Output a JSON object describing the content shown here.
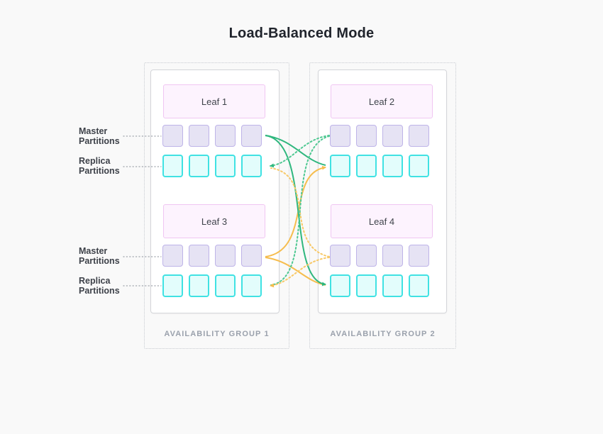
{
  "title": "Load-Balanced Mode",
  "colors": {
    "background": "#f9f9f9",
    "green": "#2fb77e",
    "green_dotted": "#4fc892",
    "orange": "#f6bd4e",
    "orange_dotted": "#f8c968",
    "master_fill": "#e6e3f4",
    "master_border": "#beb4e8",
    "replica_fill": "#e3fdfc",
    "replica_border": "#40e2e3",
    "leaf_fill": "#fdf3fe",
    "leaf_border": "#f0c6f2"
  },
  "side_labels": [
    "Master Partitions",
    "Replica Partitions",
    "Master Partitions",
    "Replica Partitions"
  ],
  "partitions_per_row": 4,
  "groups": [
    {
      "label": "AVAILABILITY GROUP 1",
      "leaves": [
        {
          "name": "Leaf 1"
        },
        {
          "name": "Leaf 3"
        }
      ]
    },
    {
      "label": "AVAILABILITY GROUP 2",
      "leaves": [
        {
          "name": "Leaf 2"
        },
        {
          "name": "Leaf 4"
        }
      ]
    }
  ],
  "connections": [
    {
      "from": "Leaf 1 master",
      "to": "Leaf 2 replica",
      "style": "solid",
      "color": "green"
    },
    {
      "from": "Leaf 1 master",
      "to": "Leaf 4 replica",
      "style": "solid",
      "color": "green"
    },
    {
      "from": "Leaf 3 master",
      "to": "Leaf 2 replica",
      "style": "solid",
      "color": "orange"
    },
    {
      "from": "Leaf 3 master",
      "to": "Leaf 4 replica",
      "style": "solid",
      "color": "orange"
    },
    {
      "from": "Leaf 2 master",
      "to": "Leaf 1 replica",
      "style": "dotted",
      "color": "green"
    },
    {
      "from": "Leaf 2 master",
      "to": "Leaf 3 replica",
      "style": "dotted",
      "color": "green"
    },
    {
      "from": "Leaf 4 master",
      "to": "Leaf 1 replica",
      "style": "dotted",
      "color": "orange"
    },
    {
      "from": "Leaf 4 master",
      "to": "Leaf 3 replica",
      "style": "dotted",
      "color": "orange"
    }
  ]
}
